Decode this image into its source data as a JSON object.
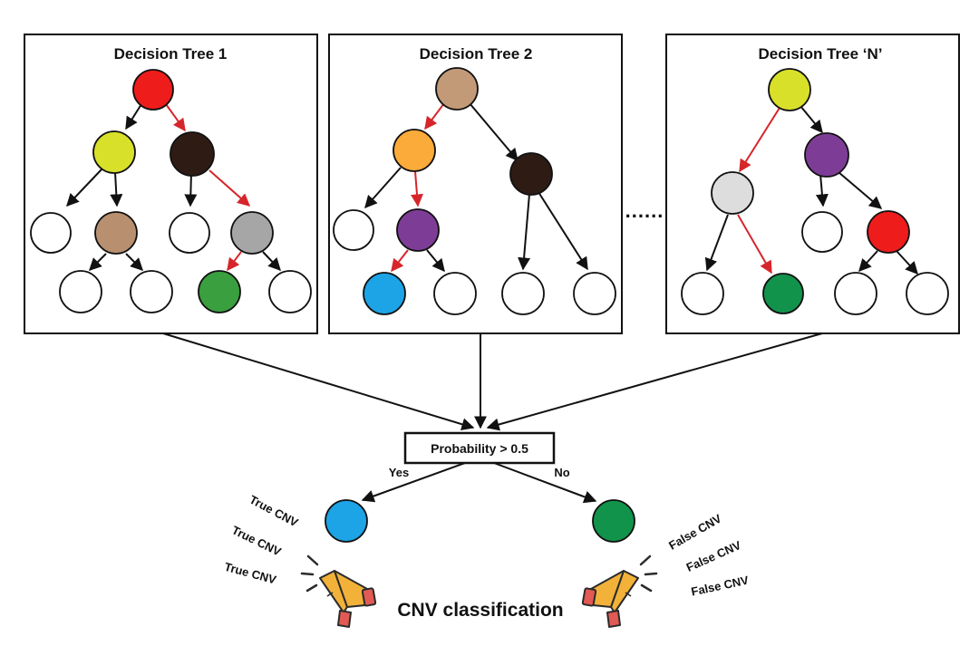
{
  "colors": {
    "edge": "#111111",
    "highlight_edge": "#d6262b",
    "node_stroke": "#111111",
    "panel_stroke": "#111111",
    "megaphone_body": "#f2b23a",
    "megaphone_bell": "#e25a54",
    "megaphone_detail": "#2b2b2b"
  },
  "trees": [
    {
      "title": "Decision Tree 1",
      "nodes": [
        {
          "fill": "#ef1c1c"
        },
        {
          "fill": "#d9e02a"
        },
        {
          "fill": "#2e1c14"
        },
        {
          "fill": "#ffffff"
        },
        {
          "fill": "#b89070"
        },
        {
          "fill": "#ffffff"
        },
        {
          "fill": "#a6a6a6"
        },
        {
          "fill": "#ffffff"
        },
        {
          "fill": "#ffffff"
        },
        {
          "fill": "#3a9f3f"
        },
        {
          "fill": "#ffffff"
        }
      ]
    },
    {
      "title": "Decision Tree 2",
      "nodes": [
        {
          "fill": "#c29a77"
        },
        {
          "fill": "#fbab3a"
        },
        {
          "fill": "#2e1c14"
        },
        {
          "fill": "#ffffff"
        },
        {
          "fill": "#7d3d96"
        },
        {
          "fill": "#1da4e6"
        },
        {
          "fill": "#ffffff"
        },
        {
          "fill": "#ffffff"
        },
        {
          "fill": "#ffffff"
        }
      ]
    },
    {
      "title": "Decision Tree ‘N’",
      "nodes": [
        {
          "fill": "#d9e02a"
        },
        {
          "fill": "#dddddd"
        },
        {
          "fill": "#7d3d96"
        },
        {
          "fill": "#ffffff"
        },
        {
          "fill": "#12934c"
        },
        {
          "fill": "#ffffff"
        },
        {
          "fill": "#ef1c1c"
        },
        {
          "fill": "#ffffff"
        },
        {
          "fill": "#ffffff"
        }
      ]
    }
  ],
  "ellipsis": "......",
  "decision": {
    "label": "Probability > 0.5",
    "yes_label": "Yes",
    "no_label": "No",
    "yes_node_fill": "#1da4e6",
    "no_node_fill": "#12934c"
  },
  "outputs": {
    "true_labels": [
      "True CNV",
      "True CNV",
      "True CNV"
    ],
    "false_labels": [
      "False CNV",
      "False CNV",
      "False CNV"
    ],
    "caption": "CNV classification"
  }
}
